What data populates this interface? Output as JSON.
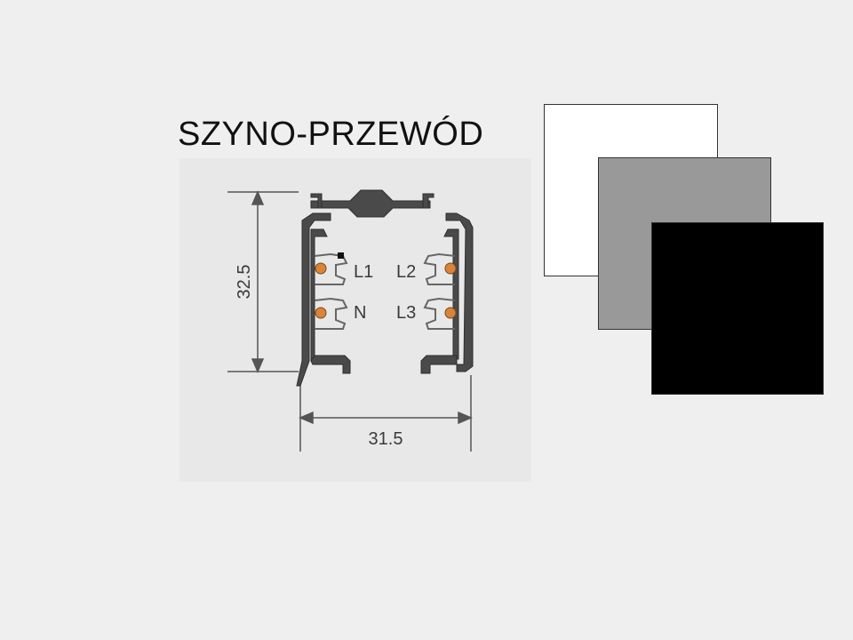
{
  "title": "SZYNO-PRZEWÓD",
  "drawing": {
    "height_dimension": "32.5",
    "width_dimension": "31.5",
    "phase_labels": {
      "l1": "L1",
      "n": "N",
      "l2": "L2",
      "l3": "L3"
    },
    "conductor_color": "#d9843a"
  },
  "color_swatches": [
    {
      "name": "white",
      "color": "#ffffff"
    },
    {
      "name": "grey",
      "color": "#999999"
    },
    {
      "name": "black",
      "color": "#000000"
    }
  ]
}
